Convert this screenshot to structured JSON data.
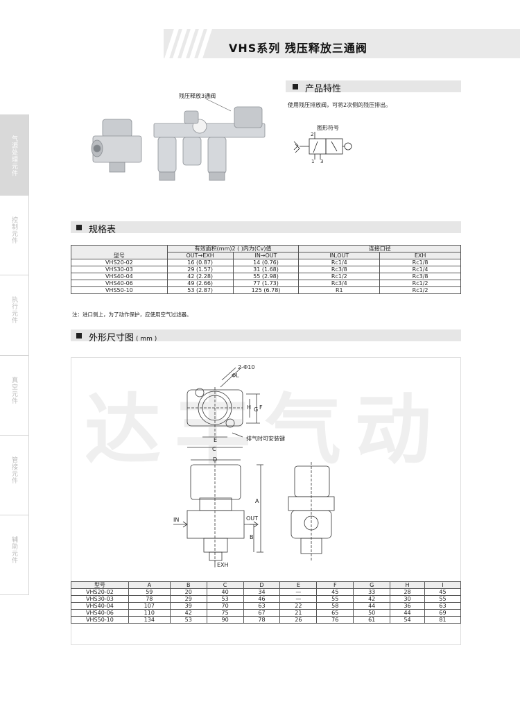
{
  "header": {
    "title": "VHS系列  残压释放三通阀"
  },
  "sidebar": {
    "tabs": [
      {
        "label": "气源处理元件",
        "active": true
      },
      {
        "label": "控制元件",
        "active": false
      },
      {
        "label": "执行元件",
        "active": false
      },
      {
        "label": "真空元件",
        "active": false
      },
      {
        "label": "管接元件",
        "active": false
      },
      {
        "label": "辅助元件",
        "active": false
      }
    ]
  },
  "photo": {
    "callout": "残压释放3通阀"
  },
  "features": {
    "title": "产品特性",
    "text": "使用残压排放阀，可将2次侧的残压排出。",
    "symbol_label": "图形符号",
    "symbol_ports": [
      "2",
      "1",
      "3"
    ]
  },
  "spec": {
    "title": "规格表",
    "headers": {
      "model": "型号",
      "flow": "有效面积(mm)2 ( )内为(Cv)值",
      "conn": "连接口径",
      "out_exh": "OUT→EXH",
      "in_out": "IN→OUT",
      "inout": "IN,OUT",
      "exh": "EXH"
    },
    "rows": [
      [
        "VHS20-02",
        "16 (0.87)",
        "14 (0.76)",
        "Rc1/4",
        "Rc1/8"
      ],
      [
        "VHS30-03",
        "29 (1.57)",
        "31 (1.68)",
        "Rc3/8",
        "Rc1/4"
      ],
      [
        "VHS40-04",
        "42 (2.28)",
        "55 (2.98)",
        "Rc1/2",
        "Rc3/8"
      ],
      [
        "VHS40-06",
        "49 (2.66)",
        "77 (1.73)",
        "Rc3/4",
        "Rc1/2"
      ],
      [
        "VHS50-10",
        "53 (2.87)",
        "125 (6.78)",
        "R1",
        "Rc1/2"
      ]
    ],
    "note": "注：进口侧上，为了动作保护，应使用空气过滤器。"
  },
  "dimensions": {
    "title": "外形尺寸图",
    "unit": "( mm )",
    "watermark": "达丰气动",
    "labels": {
      "phi_l": "ΦL",
      "phi10": "2-Φ10",
      "exhaust_note": "排气时可安装键",
      "IN": "IN",
      "OUT": "OUT",
      "EXH": "EXH",
      "A": "A",
      "B": "B",
      "C": "C",
      "D": "D",
      "E": "E",
      "F": "F",
      "G": "G",
      "H": "H"
    },
    "table": {
      "headers": [
        "型号",
        "A",
        "B",
        "C",
        "D",
        "E",
        "F",
        "G",
        "H",
        "I"
      ],
      "rows": [
        [
          "VHS20-02",
          "59",
          "20",
          "40",
          "34",
          "—",
          "45",
          "33",
          "28",
          "45"
        ],
        [
          "VHS30-03",
          "78",
          "29",
          "53",
          "46",
          "—",
          "55",
          "42",
          "30",
          "55"
        ],
        [
          "VHS40-04",
          "107",
          "39",
          "70",
          "63",
          "22",
          "58",
          "44",
          "36",
          "63"
        ],
        [
          "VHS40-06",
          "110",
          "42",
          "75",
          "67",
          "21",
          "65",
          "50",
          "44",
          "69"
        ],
        [
          "VHS50-10",
          "134",
          "53",
          "90",
          "78",
          "26",
          "76",
          "61",
          "54",
          "81"
        ]
      ]
    }
  }
}
